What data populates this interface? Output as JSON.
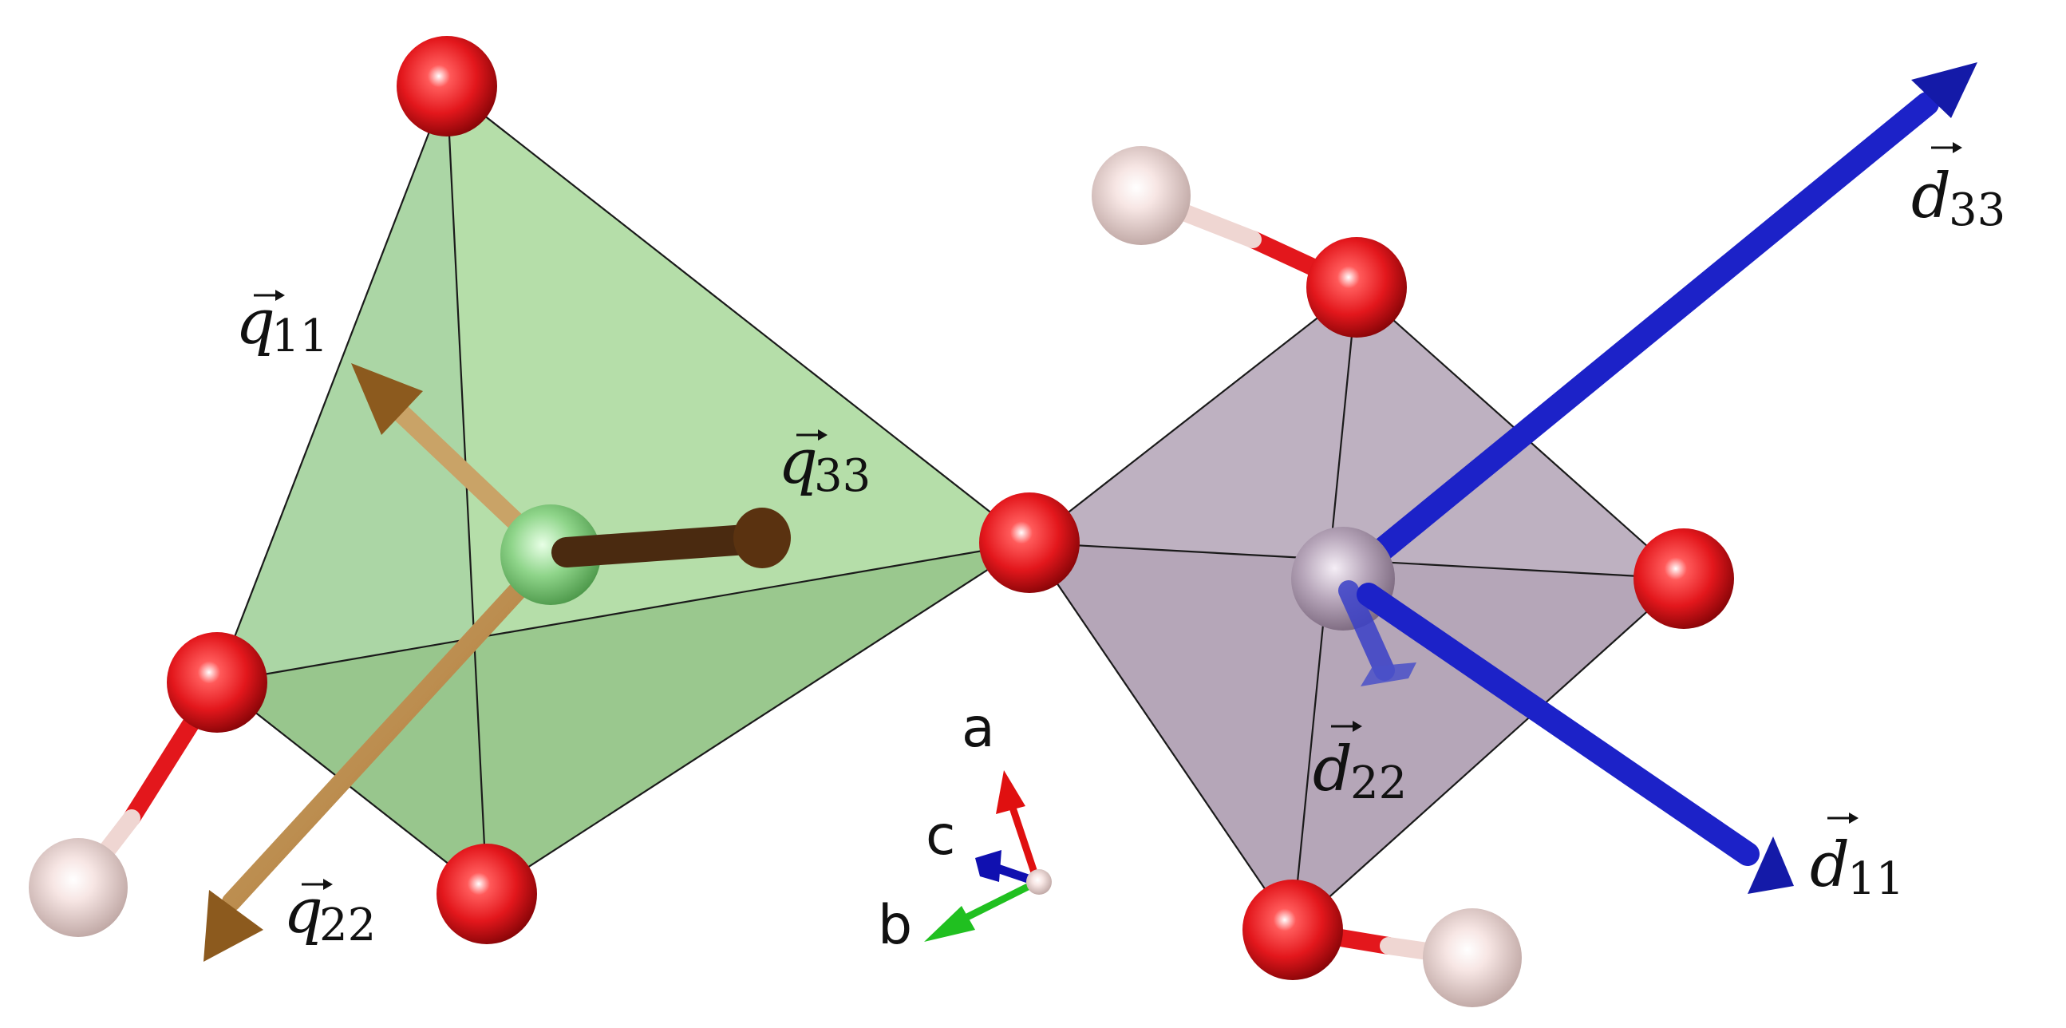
{
  "labels": {
    "q11": {
      "letter": "q",
      "sub": "11"
    },
    "q22": {
      "letter": "q",
      "sub": "22"
    },
    "q33": {
      "letter": "q",
      "sub": "33"
    },
    "d11": {
      "letter": "d",
      "sub": "11"
    },
    "d22": {
      "letter": "d",
      "sub": "22"
    },
    "d33": {
      "letter": "d",
      "sub": "33"
    }
  },
  "axes": {
    "a": "a",
    "b": "b",
    "c": "c"
  },
  "colors": {
    "tetrahedron_fill": "#a8d89a",
    "octahedron_fill": "#a896ab",
    "oxygen": "#e3171c",
    "hydrogen": "#f2d6d3",
    "q_arrow": "#b8873e",
    "q33_arrow": "#5a3210",
    "d_arrow": "#1c22c8",
    "axis_a": "#e01010",
    "axis_b": "#20c020",
    "axis_c": "#1010b0"
  }
}
